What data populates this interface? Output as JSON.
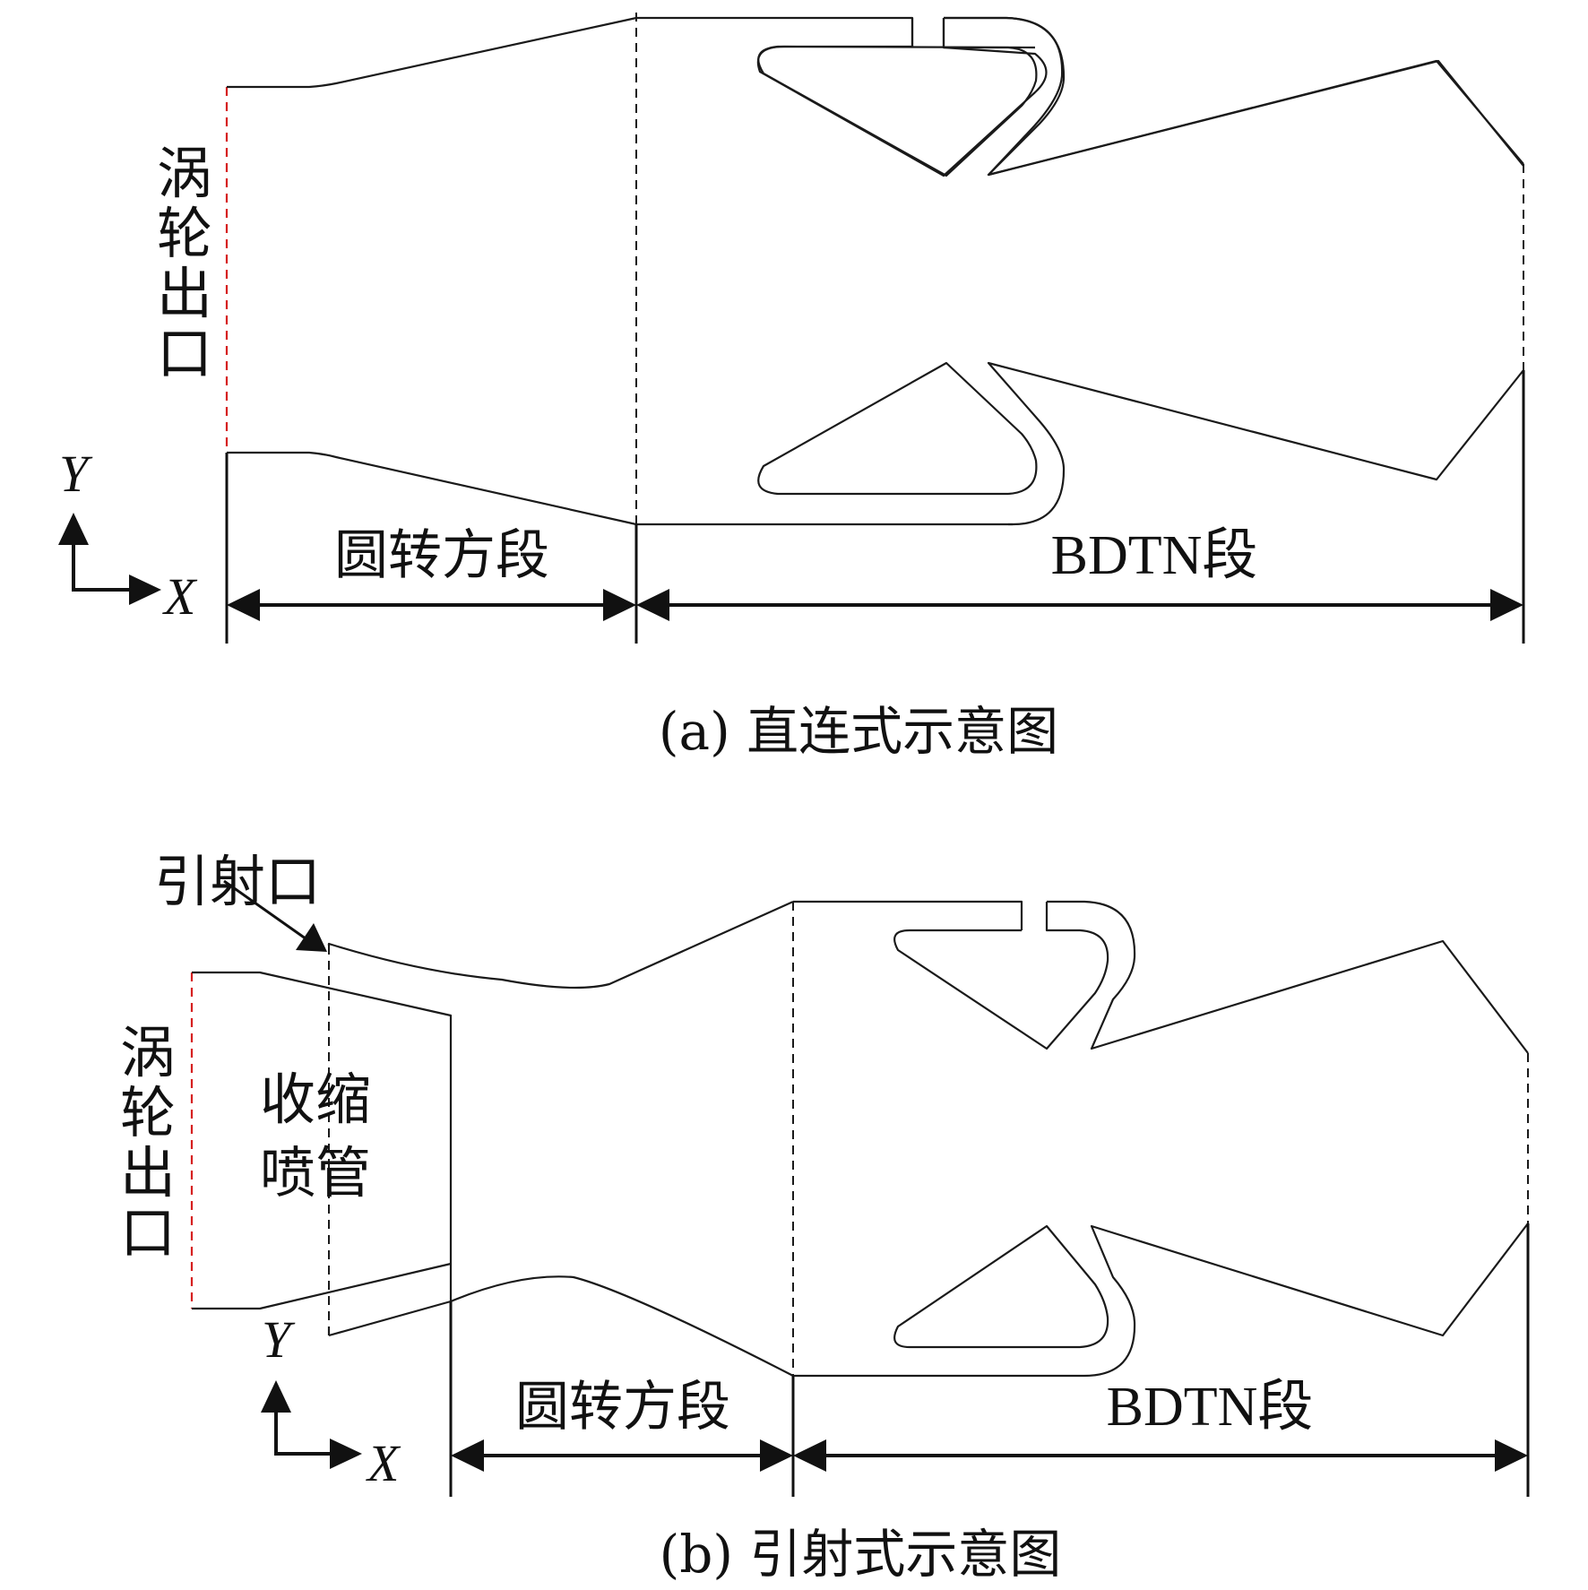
{
  "panel_a": {
    "turbine_exit_label": [
      "涡",
      "轮",
      "出",
      "口"
    ],
    "transition_section_label": "圆转方段",
    "bdtn_section_label": "BDTN段",
    "axis_y": "Y",
    "axis_x": "X",
    "caption": "(a) 直连式示意图"
  },
  "panel_b": {
    "ejector_port_label": "引射口",
    "turbine_exit_label": [
      "涡",
      "轮",
      "出",
      "口"
    ],
    "nozzle_label_line1": "收缩",
    "nozzle_label_line2": "喷管",
    "transition_section_label": "圆转方段",
    "bdtn_section_label": "BDTN段",
    "axis_y": "Y",
    "axis_x": "X",
    "caption": "(b) 引射式示意图"
  },
  "colors": {
    "outline": "#1a1a1a",
    "turbine_exit_dashed": "#d62020"
  }
}
